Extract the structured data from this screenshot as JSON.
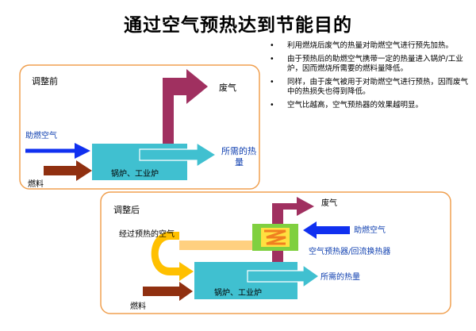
{
  "title": "通过空气预热达到节能目的",
  "bullets": [
    "利用燃烧后废气的热量对助燃空气进行预先加热。",
    "由于预热后的助燃空气携带一定的热量进入锅炉/工业炉，因而燃烧所需要的燃料量降低。",
    "同样，由于废气被用于对助燃空气进行预热，因而废气中的热损失也得到降低。",
    "空气比越高，空气预热器的效果越明显。"
  ],
  "before": {
    "label": "调整前",
    "exhaust": "废气",
    "air": "助燃空气",
    "fuel": "燃料",
    "furnace": "锅炉、工业炉",
    "heat_line1": "所需的热",
    "heat_line2": "量"
  },
  "after": {
    "label": "调整后",
    "exhaust": "废气",
    "air": "助燃空气",
    "preheated_air": "经过预热的空气",
    "preheater": "空气预热器/回流换热器",
    "fuel": "燃料",
    "furnace": "锅炉、工业炉",
    "heat": "所需的热量"
  },
  "colors": {
    "frame": "#f0a050",
    "furnace": "#40c0d0",
    "exhaust": "#a03060",
    "air": "#1030f0",
    "fuel": "#903010",
    "preheater": "#80d040",
    "preheated_air": "#ffc000",
    "preheated_air_light": "#ffd080",
    "text_blue": "#1040b0"
  }
}
